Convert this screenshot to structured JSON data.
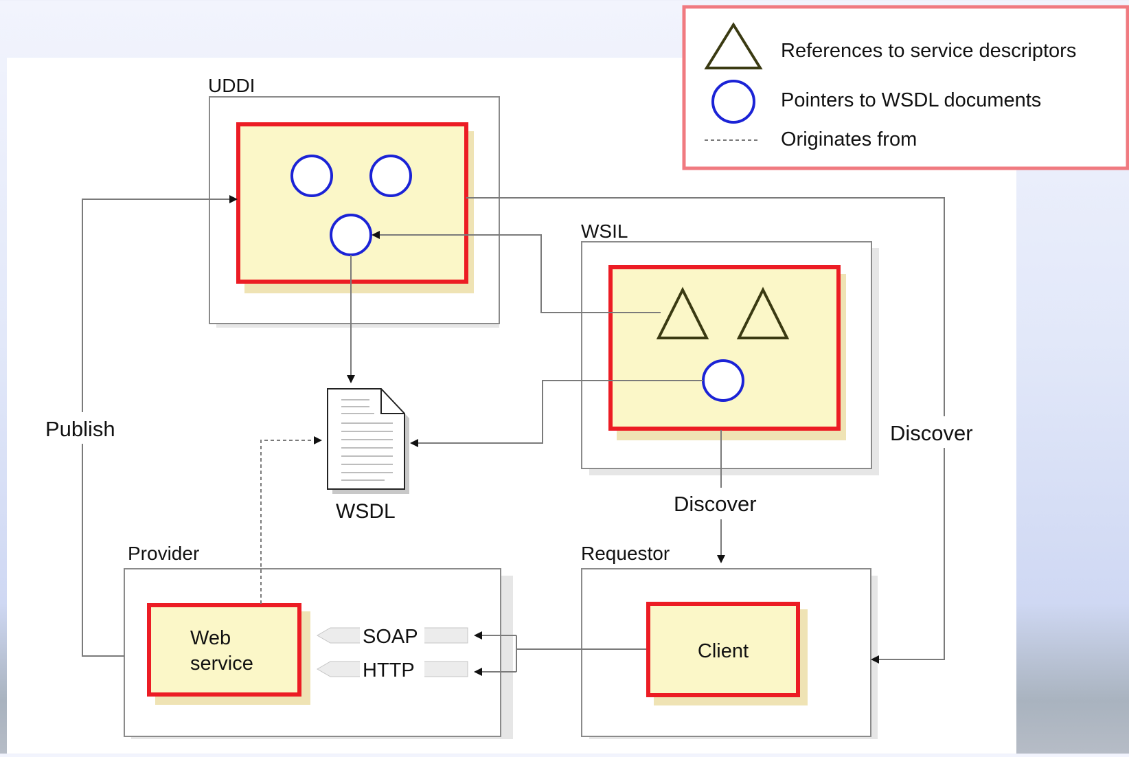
{
  "diagram": {
    "boxes": {
      "uddi": {
        "label": "UDDI"
      },
      "wsil": {
        "label": "WSIL"
      },
      "provider": {
        "label": "Provider",
        "component_line1": "Web",
        "component_line2": "service"
      },
      "requestor": {
        "label": "Requestor",
        "component": "Client"
      }
    },
    "document": {
      "label": "WSDL"
    },
    "edges": {
      "publish": "Publish",
      "discover_direct": "Discover",
      "discover_wsil": "Discover",
      "soap": "SOAP",
      "http": "HTTP"
    }
  },
  "legend": {
    "items": [
      {
        "icon": "triangle-icon",
        "label": "References to service descriptors"
      },
      {
        "icon": "circle-icon",
        "label": "Pointers to WSDL documents"
      },
      {
        "icon": "dashed-line-icon",
        "label": "Originates from"
      }
    ]
  },
  "colors": {
    "highlight_red": "#ec1c24",
    "component_fill": "#fbf7c8",
    "circle_blue": "#1b23d6",
    "triangle_olive": "#3a3a12",
    "legend_border": "#f07a80"
  }
}
